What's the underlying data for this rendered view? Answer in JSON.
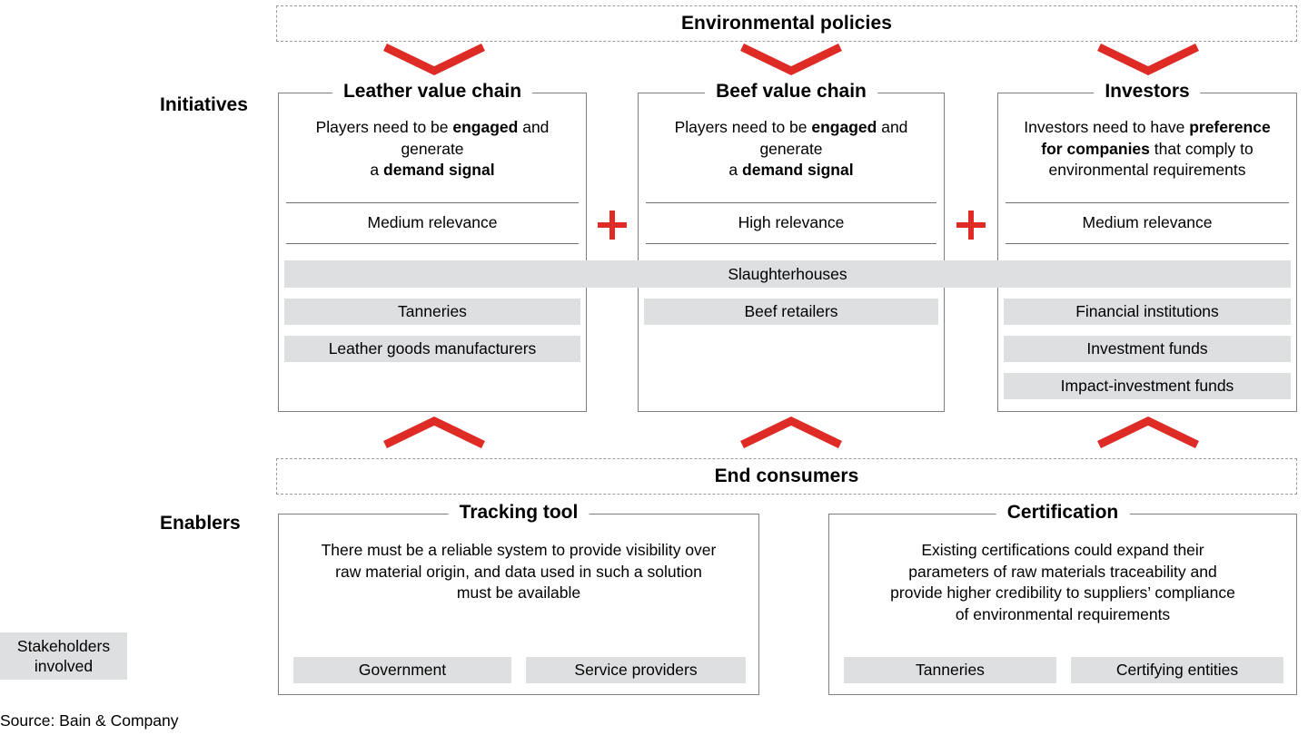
{
  "diagram": {
    "top_band": {
      "label": "Environmental policies"
    },
    "bottom_band": {
      "label": "End consumers"
    },
    "row_labels": {
      "initiatives": "Initiatives",
      "enablers": "Enablers"
    },
    "separator_symbol": "+",
    "shared_stakeholder": "Slaughterhouses",
    "initiatives": [
      {
        "title": "Leather value chain",
        "body_html": "Players need to be <b>engaged</b> and generate<br>a <b>demand signal</b>",
        "body_text": "Players need to be engaged and generate a demand signal",
        "relevance": "Medium relevance",
        "stakeholders": [
          "Tanneries",
          "Leather goods manufacturers"
        ]
      },
      {
        "title": "Beef value chain",
        "body_html": "Players need to be <b>engaged</b> and generate<br>a <b>demand signal</b>",
        "body_text": "Players need to be engaged and generate a demand signal",
        "relevance": "High relevance",
        "stakeholders": [
          "Beef retailers"
        ]
      },
      {
        "title": "Investors",
        "body_html": "Investors need to have <b>preference<br>for companies</b> that comply to<br>environmental requirements",
        "body_text": "Investors need to have preference for companies that comply to environmental requirements",
        "relevance": "Medium relevance",
        "stakeholders": [
          "Financial institutions",
          "Investment funds",
          "Impact-investment funds"
        ]
      }
    ],
    "enablers": [
      {
        "title": "Tracking tool",
        "body_html": "There must be a reliable system to provide visibility over<br>raw material origin, and data used in such a solution<br>must be available",
        "body_text": "There must be a reliable system to provide visibility over raw material origin, and data used in such a solution must be available",
        "stakeholders": [
          "Government",
          "Service providers"
        ]
      },
      {
        "title": "Certification",
        "body_html": "Existing certifications could expand their<br>parameters of raw materials traceability and<br>provide higher credibility to suppliers’ compliance<br>of environmental requirements",
        "body_text": "Existing certifications could expand their parameters of raw materials traceability and provide higher credibility to suppliers’ compliance of environmental requirements",
        "stakeholders": [
          "Tanneries",
          "Certifying entities"
        ]
      }
    ],
    "legend": {
      "label": "Stakeholders\ninvolved",
      "line1": "Stakeholders",
      "line2": "involved"
    },
    "source": "Source: Bain & Company",
    "colors": {
      "accent_red": "#df2b26",
      "chip_grey": "#dedfe1",
      "border_grey": "#7d7f83",
      "dash_grey": "#9a9a9a",
      "text": "#000000"
    }
  }
}
